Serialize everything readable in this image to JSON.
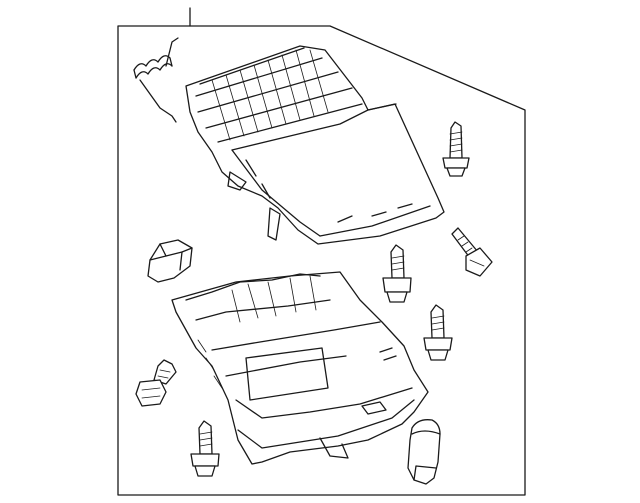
{
  "diagram": {
    "kind": "exploded-parts-view",
    "components": [
      "leader-line",
      "assembly-frame",
      "spring",
      "upper-housing",
      "clip",
      "lower-housing",
      "bolt",
      "knob"
    ],
    "colors": {
      "line": "#1a1a1a",
      "background": "#ffffff"
    }
  }
}
